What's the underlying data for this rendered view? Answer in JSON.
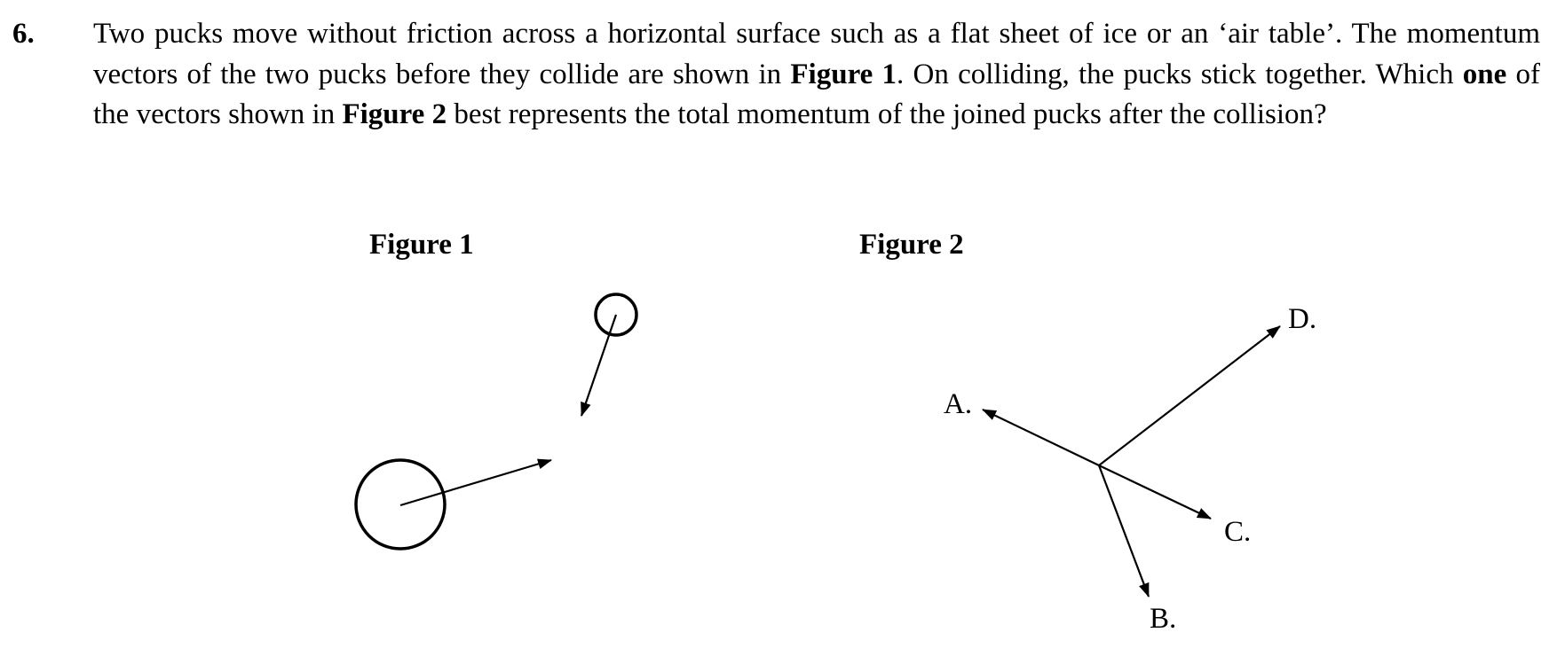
{
  "question": {
    "number": "6.",
    "text_1": "Two pucks move without friction across a horizontal surface such as a flat sheet of ice or an ‘air table’. The momentum vectors of the two pucks before they collide are shown in ",
    "bold_1": "Figure 1",
    "text_2": ".  On colliding, the pucks stick together.  Which ",
    "bold_2": "one",
    "text_3": " of the vectors shown in ",
    "bold_3": "Figure 2",
    "text_4": " best represents the total momentum of the joined pucks after the collision?"
  },
  "figure1": {
    "title": "Figure 1"
  },
  "figure2": {
    "title": "Figure 2",
    "labels": {
      "A": "A.",
      "B": "B.",
      "C": "C.",
      "D": "D."
    }
  }
}
